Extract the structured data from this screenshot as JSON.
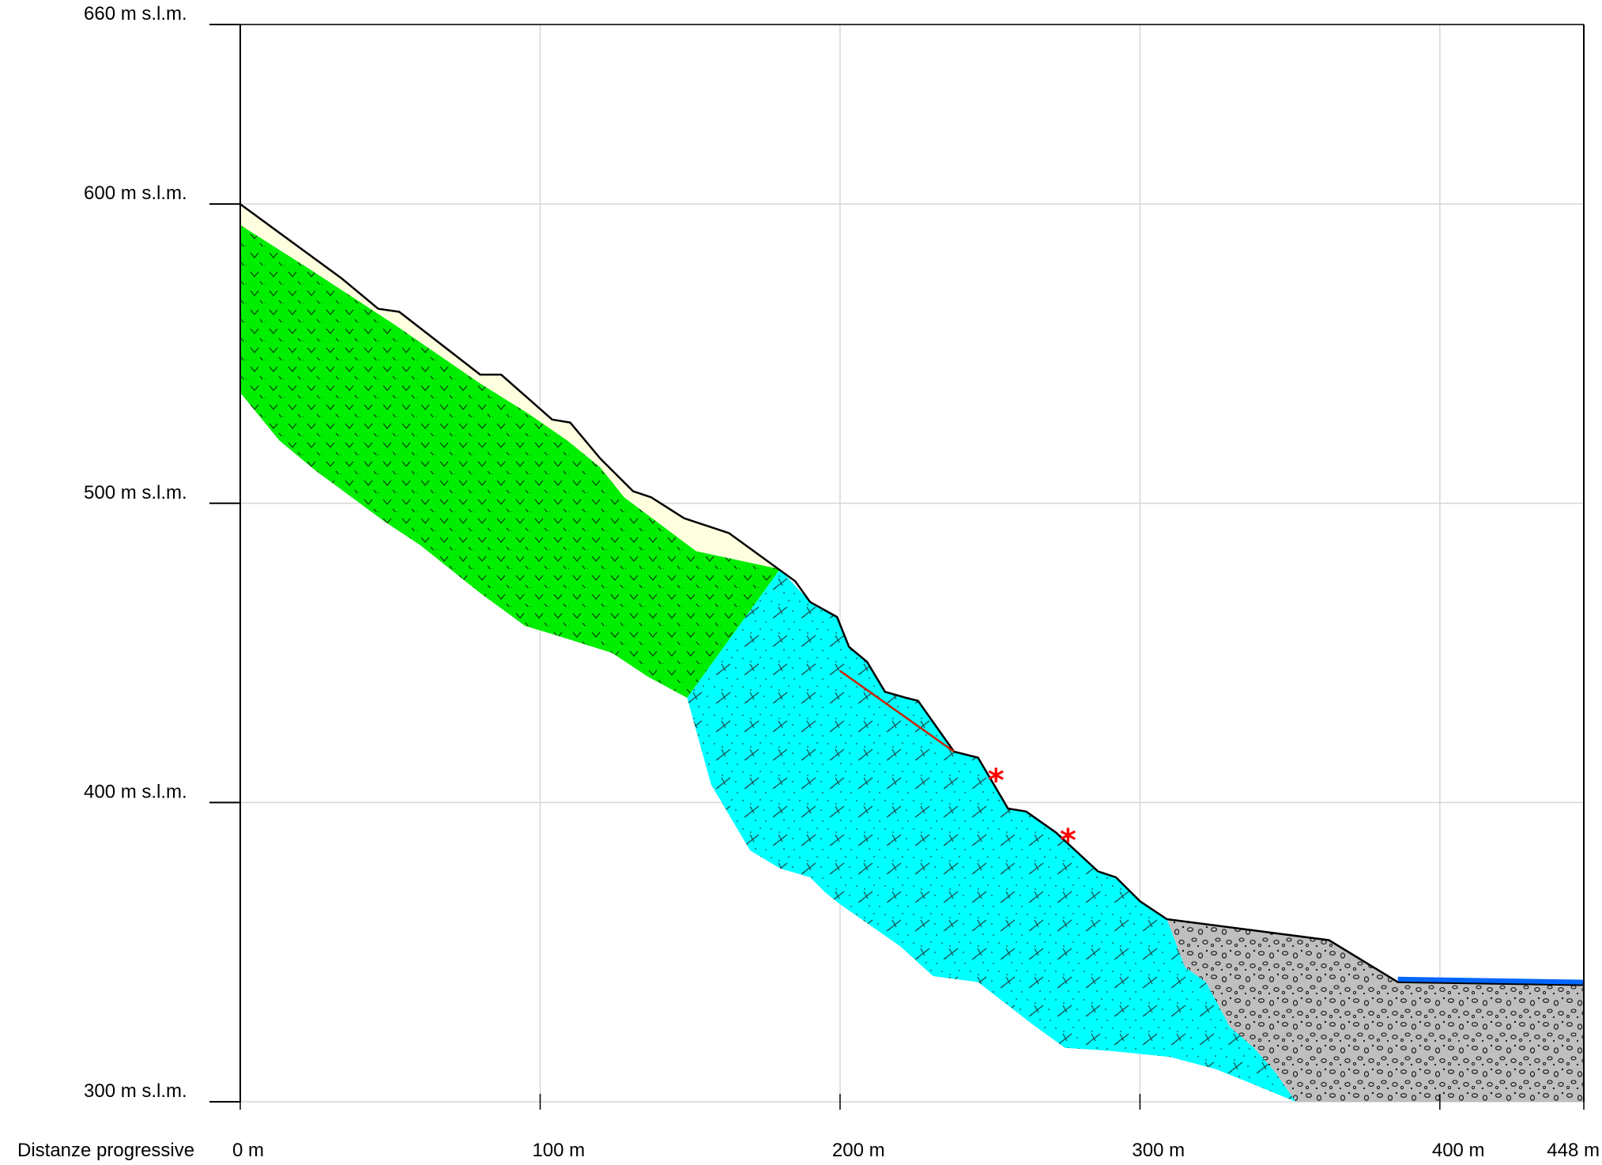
{
  "chart_data": {
    "type": "area",
    "title": "",
    "xlabel": "Distanze progressive",
    "ylabel": "",
    "xlim": [
      0,
      448
    ],
    "ylim": [
      300,
      660
    ],
    "grid": true,
    "x_ticks": [
      {
        "value": 0,
        "label": "0 m"
      },
      {
        "value": 100,
        "label": "100 m"
      },
      {
        "value": 200,
        "label": "200 m"
      },
      {
        "value": 300,
        "label": "300 m"
      },
      {
        "value": 400,
        "label": "400 m"
      },
      {
        "value": 448,
        "label": "448 m"
      }
    ],
    "y_ticks": [
      {
        "value": 660,
        "label": "660 m s.l.m."
      },
      {
        "value": 600,
        "label": "600 m s.l.m."
      },
      {
        "value": 500,
        "label": "500 m s.l.m."
      },
      {
        "value": 400,
        "label": "400 m s.l.m."
      },
      {
        "value": 300,
        "label": "300 m s.l.m."
      }
    ],
    "series": [
      {
        "role": "ground-profile",
        "color": "#000000",
        "points": [
          [
            0,
            600
          ],
          [
            34,
            575
          ],
          [
            46,
            565
          ],
          [
            53,
            564
          ],
          [
            80,
            543
          ],
          [
            87,
            543
          ],
          [
            104,
            528
          ],
          [
            110,
            527
          ],
          [
            120,
            515
          ],
          [
            131,
            504
          ],
          [
            137,
            502
          ],
          [
            148,
            495
          ],
          [
            163,
            490
          ],
          [
            185,
            474
          ],
          [
            190,
            467
          ],
          [
            199,
            462
          ],
          [
            203,
            452
          ],
          [
            209,
            447
          ],
          [
            215,
            437
          ],
          [
            222,
            435
          ],
          [
            226,
            434
          ],
          [
            238,
            417
          ],
          [
            246,
            415
          ],
          [
            256,
            398
          ],
          [
            262,
            397
          ],
          [
            272,
            390
          ],
          [
            286,
            377
          ],
          [
            292,
            375
          ],
          [
            300,
            367
          ],
          [
            309,
            361
          ],
          [
            363,
            354
          ],
          [
            386,
            340
          ],
          [
            448,
            339
          ]
        ]
      },
      {
        "role": "surface-deposit-layer",
        "color": "#ffffe0",
        "points": [
          [
            0,
            600
          ],
          [
            34,
            575
          ],
          [
            46,
            565
          ],
          [
            53,
            564
          ],
          [
            80,
            543
          ],
          [
            87,
            543
          ],
          [
            104,
            528
          ],
          [
            110,
            527
          ],
          [
            120,
            515
          ],
          [
            131,
            504
          ],
          [
            137,
            502
          ],
          [
            148,
            495
          ],
          [
            163,
            490
          ],
          [
            180,
            478
          ],
          [
            152,
            484
          ],
          [
            128,
            502
          ],
          [
            109,
            521
          ],
          [
            96,
            530
          ],
          [
            80,
            540
          ],
          [
            51,
            560
          ],
          [
            22,
            579
          ],
          [
            0,
            593
          ]
        ]
      },
      {
        "role": "green-unit",
        "color": "#00ee00",
        "points": [
          [
            0,
            593
          ],
          [
            22,
            579
          ],
          [
            51,
            560
          ],
          [
            80,
            540
          ],
          [
            96,
            530
          ],
          [
            109,
            521
          ],
          [
            120,
            512
          ],
          [
            128,
            502
          ],
          [
            152,
            484
          ],
          [
            180,
            478
          ],
          [
            149,
            435
          ],
          [
            136,
            442
          ],
          [
            124,
            450
          ],
          [
            105,
            456
          ],
          [
            95,
            459
          ],
          [
            80,
            470
          ],
          [
            60,
            486
          ],
          [
            48,
            494
          ],
          [
            25,
            511
          ],
          [
            13,
            521
          ],
          [
            0,
            537
          ]
        ]
      },
      {
        "role": "cyan-unit",
        "color": "#00ffff",
        "points": [
          [
            180,
            478
          ],
          [
            190,
            467
          ],
          [
            199,
            462
          ],
          [
            203,
            452
          ],
          [
            209,
            447
          ],
          [
            215,
            437
          ],
          [
            222,
            435
          ],
          [
            226,
            434
          ],
          [
            238,
            417
          ],
          [
            246,
            415
          ],
          [
            256,
            398
          ],
          [
            262,
            397
          ],
          [
            272,
            390
          ],
          [
            286,
            377
          ],
          [
            292,
            375
          ],
          [
            300,
            367
          ],
          [
            309,
            361
          ],
          [
            315,
            345
          ],
          [
            322,
            340
          ],
          [
            330,
            325
          ],
          [
            338,
            318
          ],
          [
            345,
            310
          ],
          [
            352,
            300
          ],
          [
            335,
            307
          ],
          [
            325,
            311
          ],
          [
            310,
            315
          ],
          [
            290,
            317
          ],
          [
            275,
            318
          ],
          [
            264,
            326
          ],
          [
            246,
            340
          ],
          [
            231,
            342
          ],
          [
            220,
            352
          ],
          [
            210,
            359
          ],
          [
            200,
            366
          ],
          [
            195,
            370
          ],
          [
            190,
            375
          ],
          [
            180,
            378
          ],
          [
            170,
            384
          ],
          [
            157,
            406
          ],
          [
            149,
            435
          ]
        ]
      },
      {
        "role": "grey-deposit",
        "color": "#bfbfbf",
        "points": [
          [
            309,
            361
          ],
          [
            363,
            354
          ],
          [
            386,
            340
          ],
          [
            448,
            339
          ],
          [
            448,
            300
          ],
          [
            352,
            300
          ],
          [
            345,
            310
          ],
          [
            338,
            318
          ],
          [
            330,
            325
          ],
          [
            322,
            340
          ],
          [
            315,
            345
          ]
        ]
      },
      {
        "role": "water-surface",
        "color": "#0066ff",
        "points": [
          [
            386,
            341
          ],
          [
            448,
            340
          ]
        ]
      },
      {
        "role": "red-line",
        "color": "#cc2200",
        "points": [
          [
            200,
            444
          ],
          [
            238,
            417
          ]
        ]
      }
    ],
    "markers": [
      {
        "symbol": "*",
        "color": "#ff0000",
        "x": 252,
        "y": 408
      },
      {
        "symbol": "*",
        "color": "#ff0000",
        "x": 276,
        "y": 388
      }
    ]
  }
}
